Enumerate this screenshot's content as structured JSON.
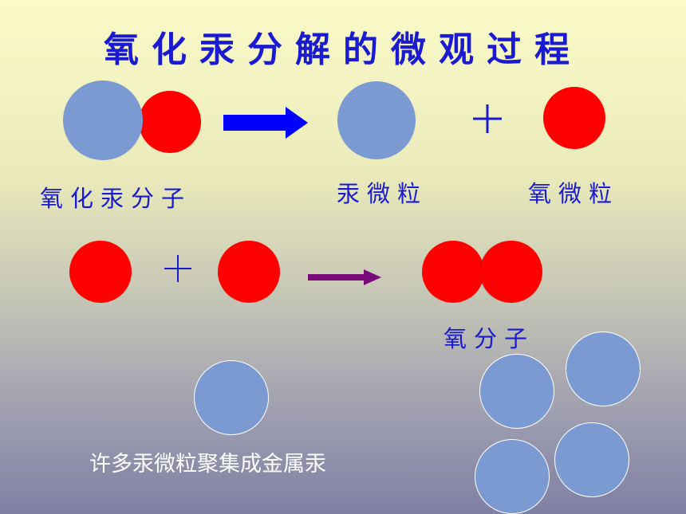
{
  "title": "氧化汞分解的微观过程",
  "labels": {
    "mercury_oxide_molecule": "氧化汞分子",
    "mercury_particle": "汞微粒",
    "oxygen_particle": "氧微粒",
    "oxygen_molecule": "氧分子",
    "caption": "许多汞微粒聚集成金属汞"
  },
  "colors": {
    "mercury": "#7b9ad2",
    "oxygen": "#ff0000",
    "text": "#1a1ad0",
    "arrow1": "#0000ff",
    "arrow2": "#7a0a7a"
  }
}
